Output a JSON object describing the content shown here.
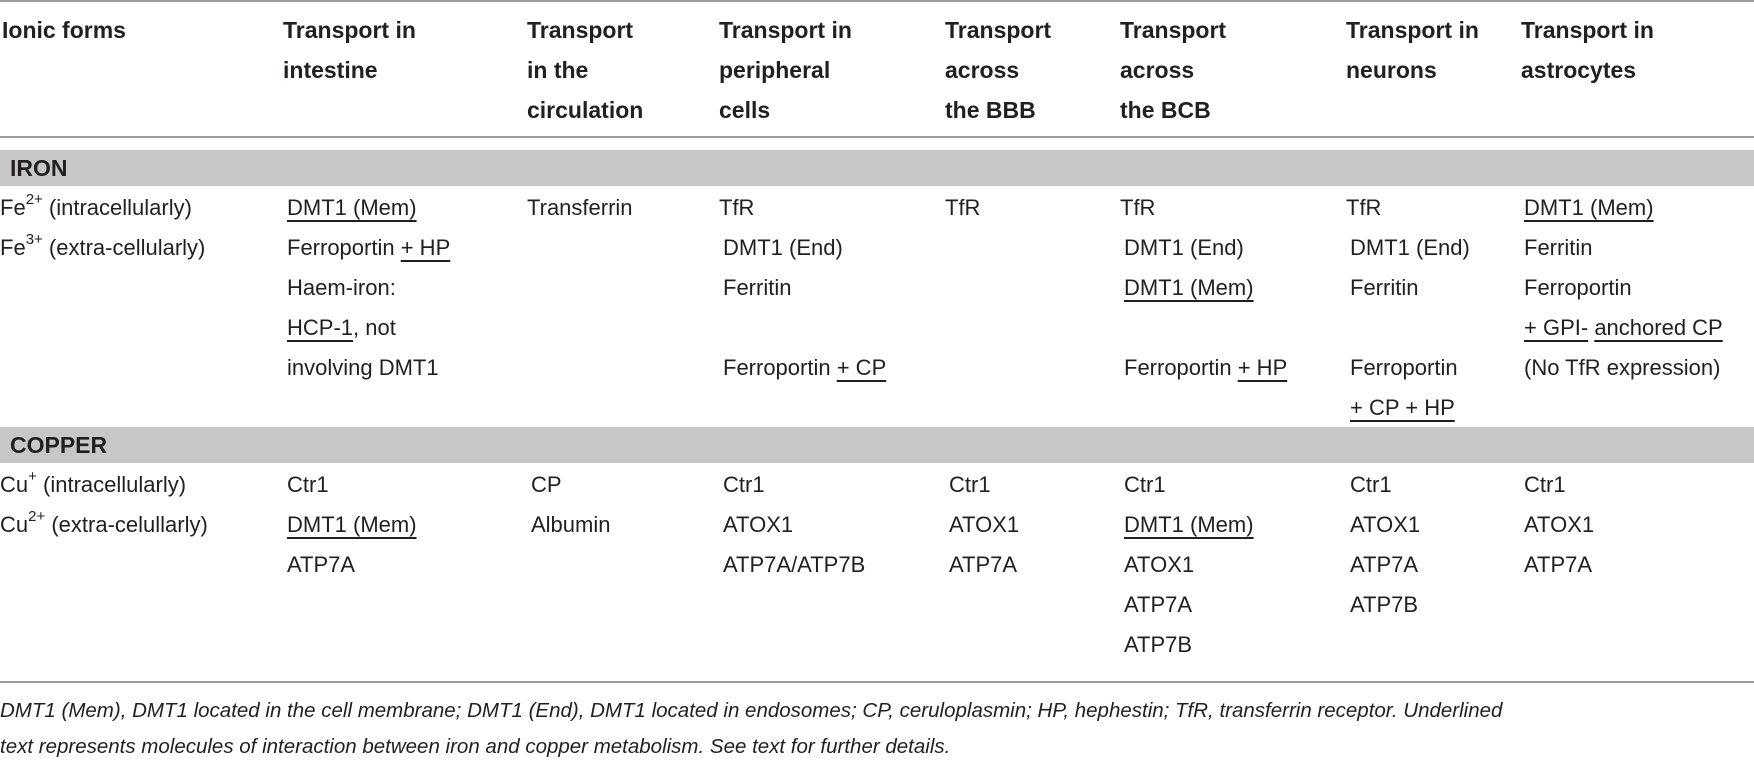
{
  "headers": [
    "Ionic forms",
    "Transport in\nintestine",
    "Transport\nin the\ncirculation",
    "Transport in\nperipheral\ncells",
    "Transport\nacross\nthe BBB",
    "Transport\nacross\nthe BCB",
    "Transport in\nneurons",
    "Transport in\nastrocytes"
  ],
  "sections": {
    "iron": {
      "label": "IRON",
      "ionic_forms": [
        {
          "base": "Fe",
          "charge": "2+",
          "desc": " (intracellularly)"
        },
        {
          "base": "Fe",
          "charge": "3+",
          "desc": " (extra-cellularly)"
        }
      ],
      "intestine": [
        "DMT1 (Mem)",
        "Ferroportin",
        "+ HP",
        "Haem-iron:",
        "HCP-1",
        ", not",
        "involving DMT1"
      ],
      "circulation": [
        "Transferrin"
      ],
      "peripheral": [
        "TfR",
        "DMT1 (End)",
        "Ferritin",
        "Ferroportin",
        "+ CP"
      ],
      "bbb": [
        "TfR"
      ],
      "bcb": [
        "TfR",
        "DMT1 (End)",
        "DMT1 (Mem)",
        "Ferroportin",
        "+ HP"
      ],
      "neurons": [
        "TfR",
        "DMT1 (End)",
        "Ferritin",
        "Ferroportin",
        "+ CP + HP"
      ],
      "astrocytes": [
        "DMT1 (Mem)",
        "Ferritin",
        "Ferroportin",
        "+ GPI-",
        "anchored CP",
        "(No TfR expression)"
      ]
    },
    "copper": {
      "label": "COPPER",
      "ionic_forms": [
        {
          "base": "Cu",
          "charge": "+",
          "desc": " (intracellularly)"
        },
        {
          "base": "Cu",
          "charge": "2+",
          "desc": " (extra-celullarly)"
        }
      ],
      "intestine": [
        "Ctr1",
        "DMT1 (Mem)",
        "ATP7A"
      ],
      "circulation": [
        "CP",
        "Albumin"
      ],
      "peripheral": [
        "Ctr1",
        "ATOX1",
        "ATP7A/ATP7B"
      ],
      "bbb": [
        "Ctr1",
        "ATOX1",
        "ATP7A"
      ],
      "bcb": [
        "Ctr1",
        "DMT1 (Mem)",
        "ATOX1",
        "ATP7A",
        "ATP7B"
      ],
      "neurons": [
        "Ctr1",
        "ATOX1",
        "ATP7A",
        "ATP7B"
      ],
      "astrocytes": [
        "Ctr1",
        "ATOX1",
        "ATP7A"
      ]
    }
  },
  "footnote": [
    "DMT1 (Mem), DMT1 located in the cell membrane; DMT1 (End), DMT1 located in endosomes; CP, ceruloplasmin; HP, hephestin; TfR, transferrin receptor. Underlined",
    "text represents molecules of interaction between iron and copper metabolism. See text for further details."
  ]
}
